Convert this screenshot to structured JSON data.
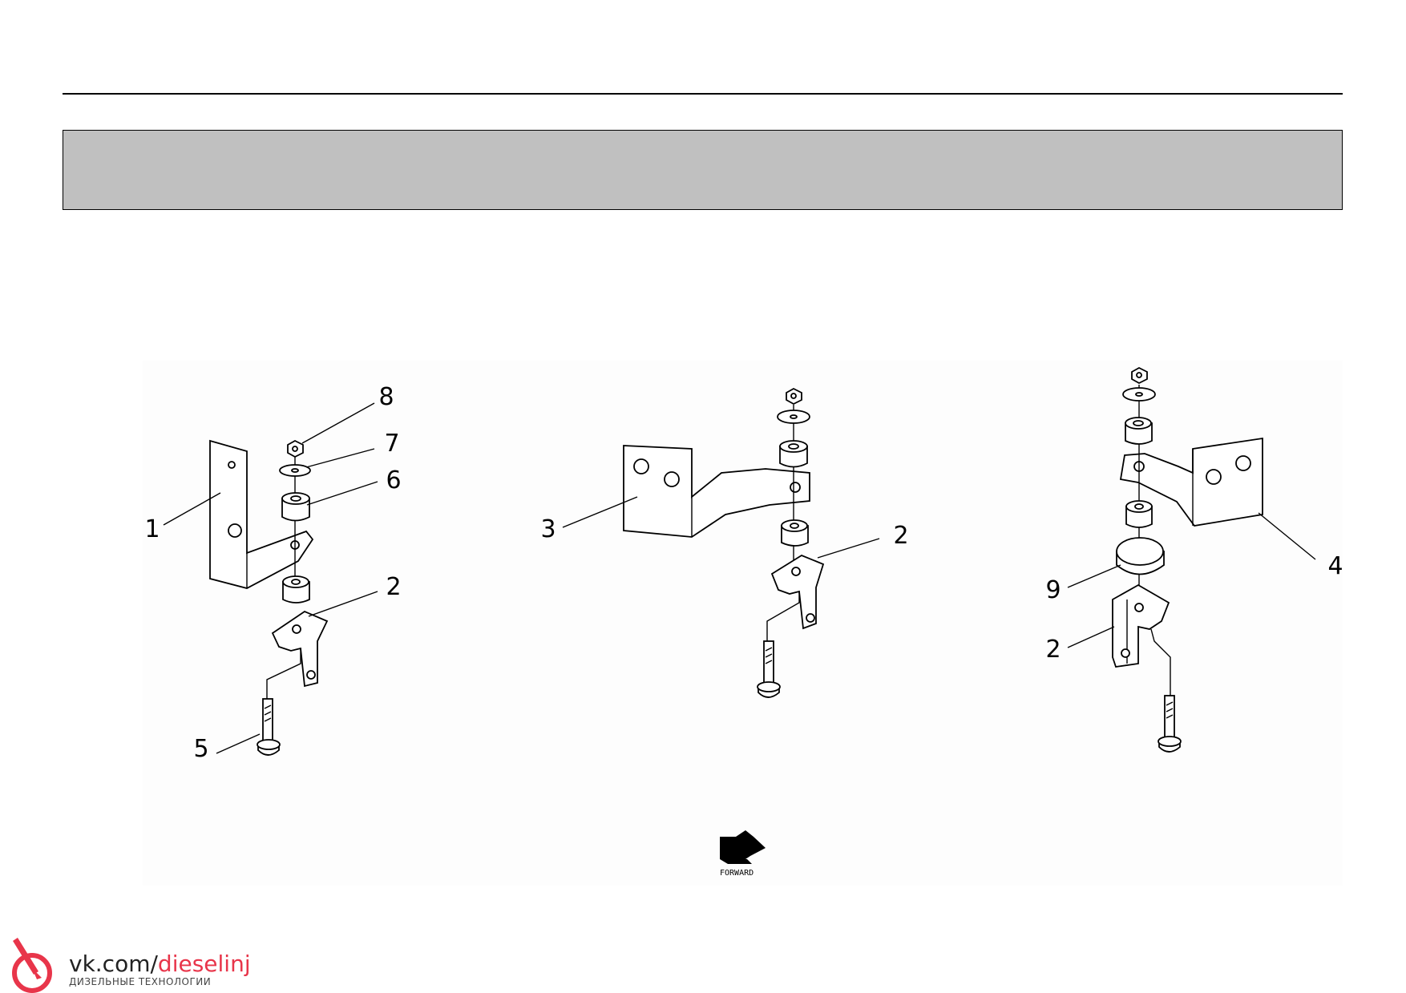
{
  "diagram": {
    "assemblies": [
      {
        "name": "left-assembly",
        "callouts": [
          "8",
          "7",
          "6",
          "1",
          "2",
          "5"
        ]
      },
      {
        "name": "center-assembly",
        "callouts": [
          "3",
          "2"
        ]
      },
      {
        "name": "right-assembly",
        "callouts": [
          "4",
          "9",
          "2"
        ]
      }
    ],
    "direction_label": "FORWARD"
  },
  "watermark": {
    "prefix": "vk.com/",
    "accent": "dieselinj",
    "subtitle": "ДИЗЕЛЬНЫЕ ТЕХНОЛОГИИ",
    "accent_color": "#e8354a"
  }
}
